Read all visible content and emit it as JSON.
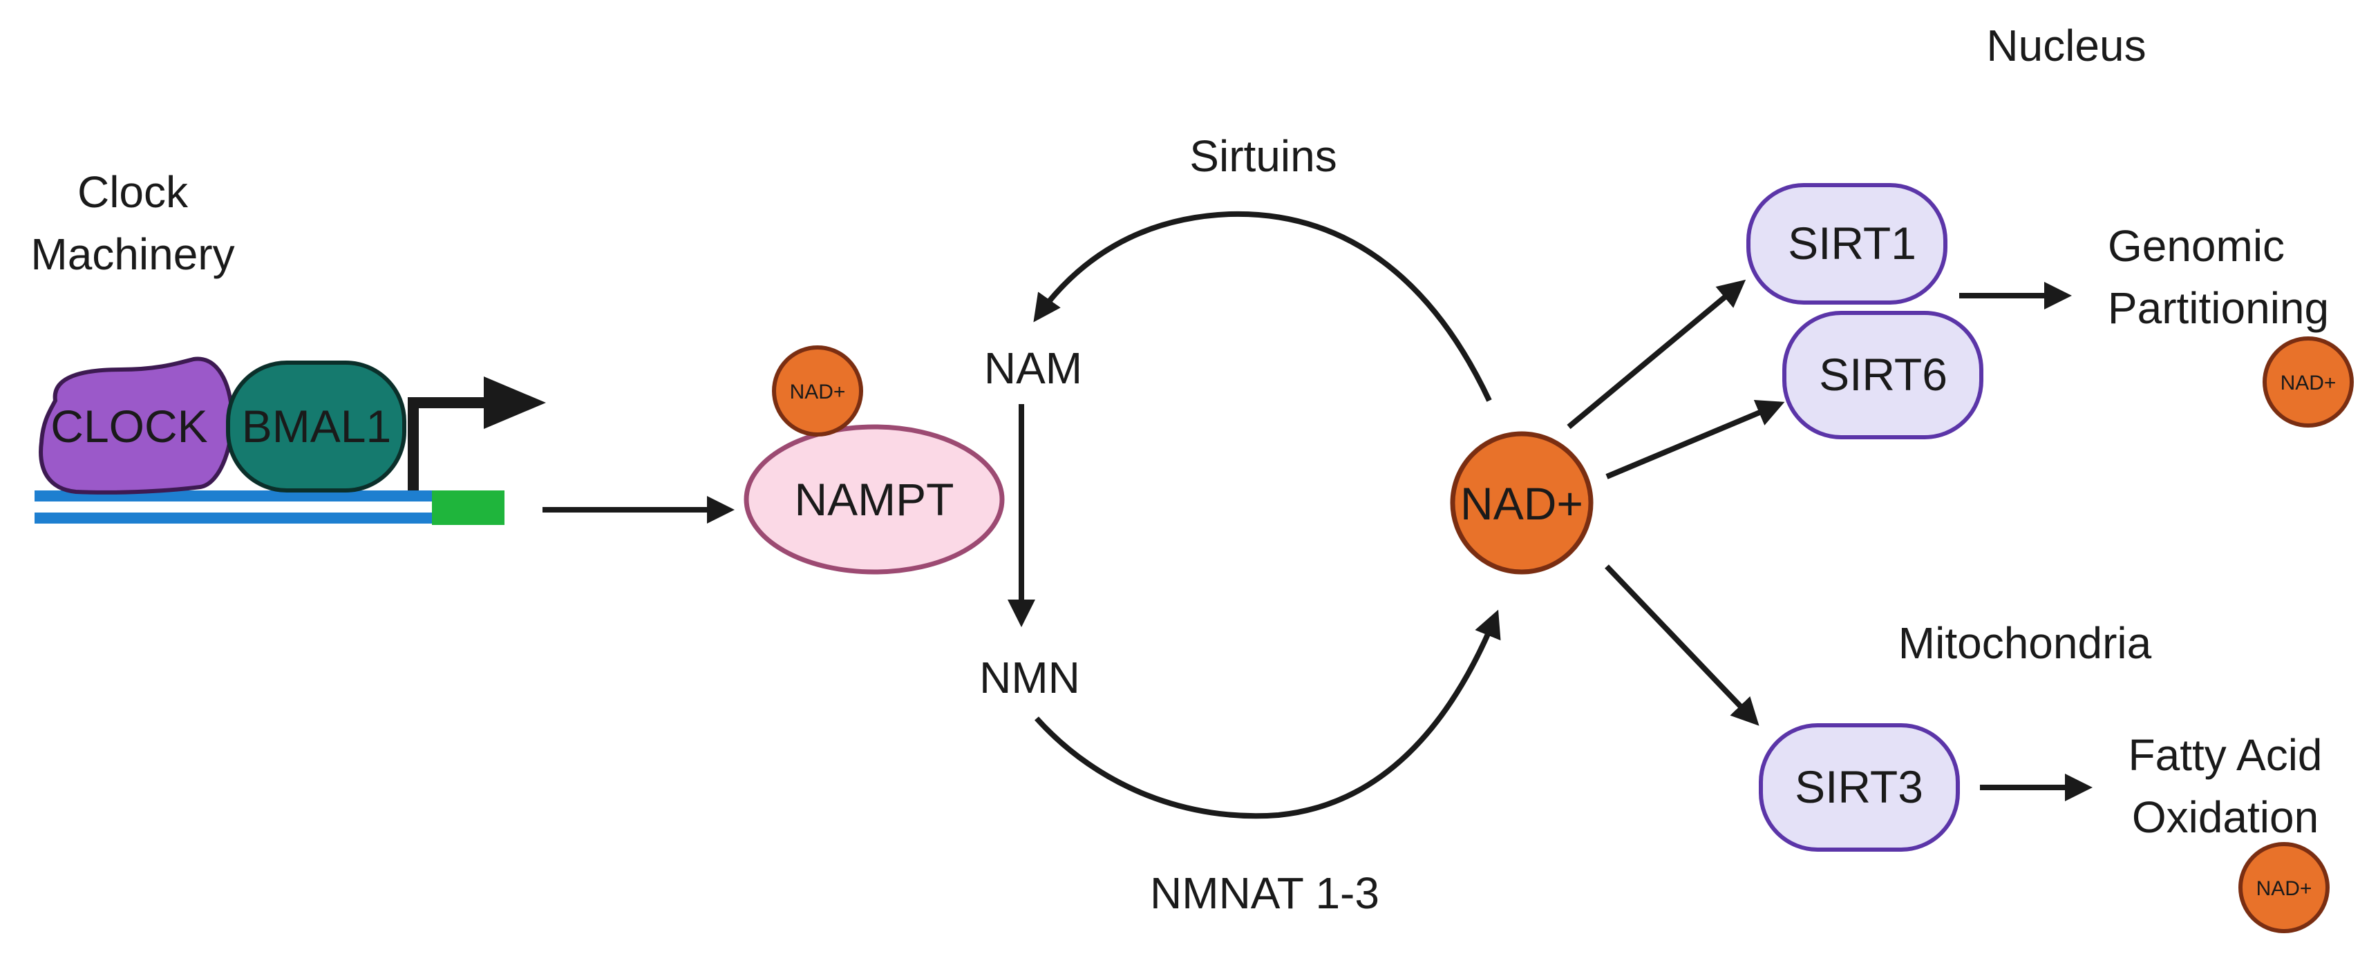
{
  "labels": {
    "clock_machinery_line1": "Clock",
    "clock_machinery_line2": "Machinery",
    "sirtuins": "Sirtuins",
    "nam": "NAM",
    "nmn": "NMN",
    "nmnat": "NMNAT 1-3",
    "nucleus": "Nucleus",
    "mitochondria": "Mitochondria",
    "genomic_line1": "Genomic",
    "genomic_line2": "Partitioning",
    "fatty_line1": "Fatty Acid",
    "fatty_line2": "Oxidation"
  },
  "nodes": {
    "clock": "CLOCK",
    "bmal1": "BMAL1",
    "nampt": "NAMPT",
    "nad_main": "NAD+",
    "nad_small": "NAD+",
    "sirt1": "SIRT1",
    "sirt6": "SIRT6",
    "sirt3": "SIRT3"
  },
  "colors": {
    "clock_fill": "#9b59c9",
    "bmal1_fill": "#157a6e",
    "dna_blue": "#1e7fd0",
    "dna_green": "#1fb53c",
    "nampt_fill": "#fbd9e6",
    "nampt_stroke": "#9c4a72",
    "nad_fill": "#e8722a",
    "nad_stroke": "#7a2e12",
    "sirt_fill": "#e4e1f7",
    "sirt_stroke": "#5b35a8",
    "arrow": "#1a1a1a"
  }
}
